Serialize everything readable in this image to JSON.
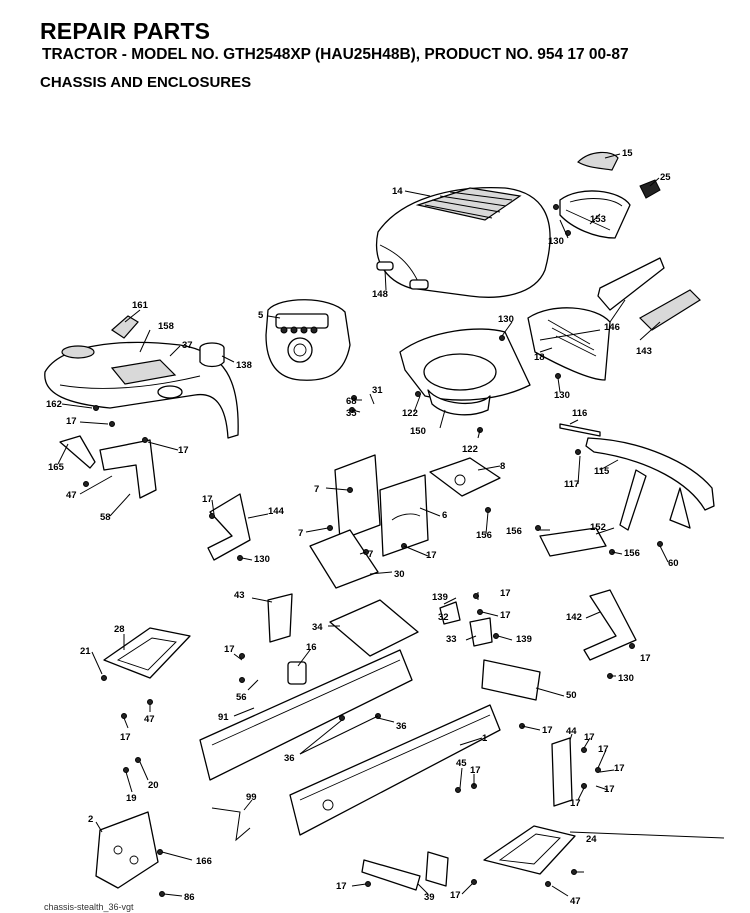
{
  "header": {
    "title": "REPAIR PARTS",
    "model_line": "TRACTOR - MODEL NO. GTH2548XP (HAU25H48B), PRODUCT NO. 954 17 00-87",
    "section": "CHASSIS AND ENCLOSURES"
  },
  "footer": {
    "code": "chassis-stealth_36-vgt"
  },
  "labels": {
    "p15": "15",
    "p25": "25",
    "p14": "14",
    "p153": "153",
    "p130a": "130",
    "p148": "148",
    "p146": "146",
    "p143": "143",
    "p161": "161",
    "p5": "5",
    "p158": "158",
    "p37": "37",
    "p138": "138",
    "p130b": "130",
    "p18": "18",
    "p130c": "130",
    "p162": "162",
    "p17a": "17",
    "p17b": "17",
    "p165": "165",
    "p47a": "47",
    "p58": "58",
    "p68": "68",
    "p31": "31",
    "p35": "35",
    "p122a": "122",
    "p150": "150",
    "p122b": "122",
    "p116": "116",
    "p115": "115",
    "p117": "117",
    "p8": "8",
    "p7a": "7",
    "p6": "6",
    "p156a": "156",
    "p17c": "17",
    "p144": "144",
    "p130d": "130",
    "p7b": "7",
    "p7c": "7",
    "p30": "30",
    "p17d": "17",
    "p156b": "156",
    "p152": "152",
    "p156c": "156",
    "p60": "60",
    "p43": "43",
    "p139a": "139",
    "p17e": "17",
    "p32": "32",
    "p17f": "17",
    "p34": "34",
    "p33": "33",
    "p139b": "139",
    "p142": "142",
    "p28": "28",
    "p21": "21",
    "p17g": "17",
    "p16": "16",
    "p56": "56",
    "p47b": "47",
    "p91": "91",
    "p17h": "17",
    "p130e": "130",
    "p50": "50",
    "p36a": "36",
    "p36b": "36",
    "p17i": "17",
    "p1": "1",
    "p44": "44",
    "p17j": "17",
    "p17k": "17",
    "p17l": "17",
    "p17m": "17",
    "p20": "20",
    "p19": "19",
    "p45": "45",
    "p17n": "17",
    "p99": "99",
    "p2": "2",
    "p166": "166",
    "p86": "86",
    "p24": "24",
    "p17o": "17",
    "p39": "39",
    "p17p": "17",
    "p47c": "47",
    "p17q": "17"
  }
}
